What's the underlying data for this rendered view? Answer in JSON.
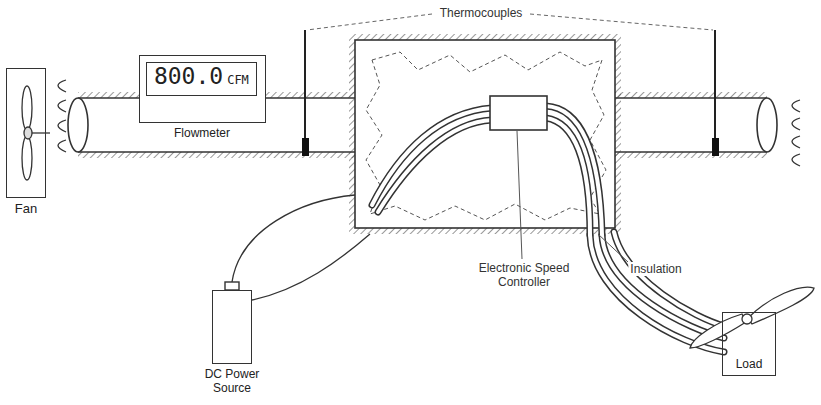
{
  "diagram": {
    "nodes": [
      {
        "text": [
          "Fan"
        ]
      },
      {
        "text": [
          "800.0",
          "CFM",
          "Flowmeter"
        ]
      },
      {
        "text": [
          "DC Power Source"
        ]
      },
      {
        "text": [
          "Load"
        ]
      }
    ],
    "labels": [
      "Thermocouples",
      "Electronic Speed Controller",
      "Insulation"
    ]
  }
}
